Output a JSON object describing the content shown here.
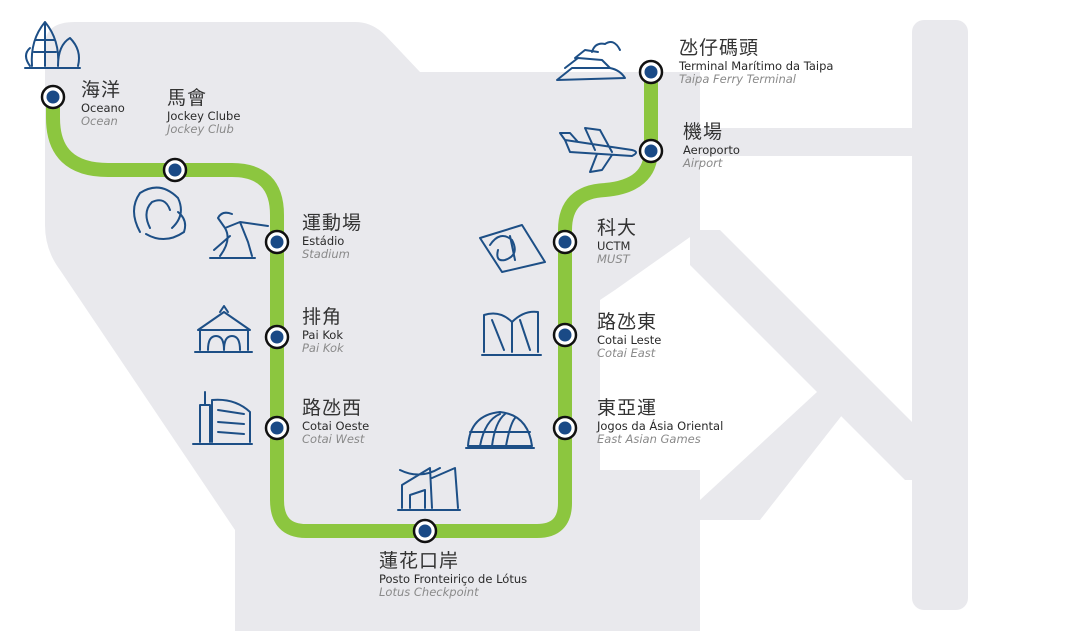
{
  "title": "Taipa Line",
  "colors": {
    "line": "#8cc63f",
    "station": "#1a4a86",
    "land": "#e9e9ed",
    "icon": "#1d4f86"
  },
  "stations": [
    {
      "zh": "海洋",
      "pt": "Oceano",
      "en": "Ocean",
      "icon": "ocean-gardens-icon"
    },
    {
      "zh": "馬會",
      "pt": "Jockey Clube",
      "en": "Jockey Club",
      "icon": "horseshoe-icon"
    },
    {
      "zh": "運動場",
      "pt": "Estádio",
      "en": "Stadium",
      "icon": "athlete-icon"
    },
    {
      "zh": "排角",
      "pt": "Pai Kok",
      "en": "Pai Kok",
      "icon": "pavilion-icon"
    },
    {
      "zh": "路氹西",
      "pt": "Cotai Oeste",
      "en": "Cotai West",
      "icon": "skyscraper-icon"
    },
    {
      "zh": "蓮花口岸",
      "pt": "Posto Fronteiriço de Lótus",
      "en": "Lotus Checkpoint",
      "icon": "checkpoint-building-icon"
    },
    {
      "zh": "東亞運",
      "pt": "Jogos da Ásia Oriental",
      "en": "East Asian Games",
      "icon": "dome-icon"
    },
    {
      "zh": "路氹東",
      "pt": "Cotai Leste",
      "en": "Cotai East",
      "icon": "hotel-building-icon"
    },
    {
      "zh": "科大",
      "pt": "UCTM",
      "en": "MUST",
      "icon": "university-book-icon"
    },
    {
      "zh": "機場",
      "pt": "Aeroporto",
      "en": "Airport",
      "icon": "airplane-icon"
    },
    {
      "zh": "氹仔碼頭",
      "pt": "Terminal Marítimo da Taipa",
      "en": "Taipa Ferry Terminal",
      "icon": "ferry-icon"
    }
  ]
}
